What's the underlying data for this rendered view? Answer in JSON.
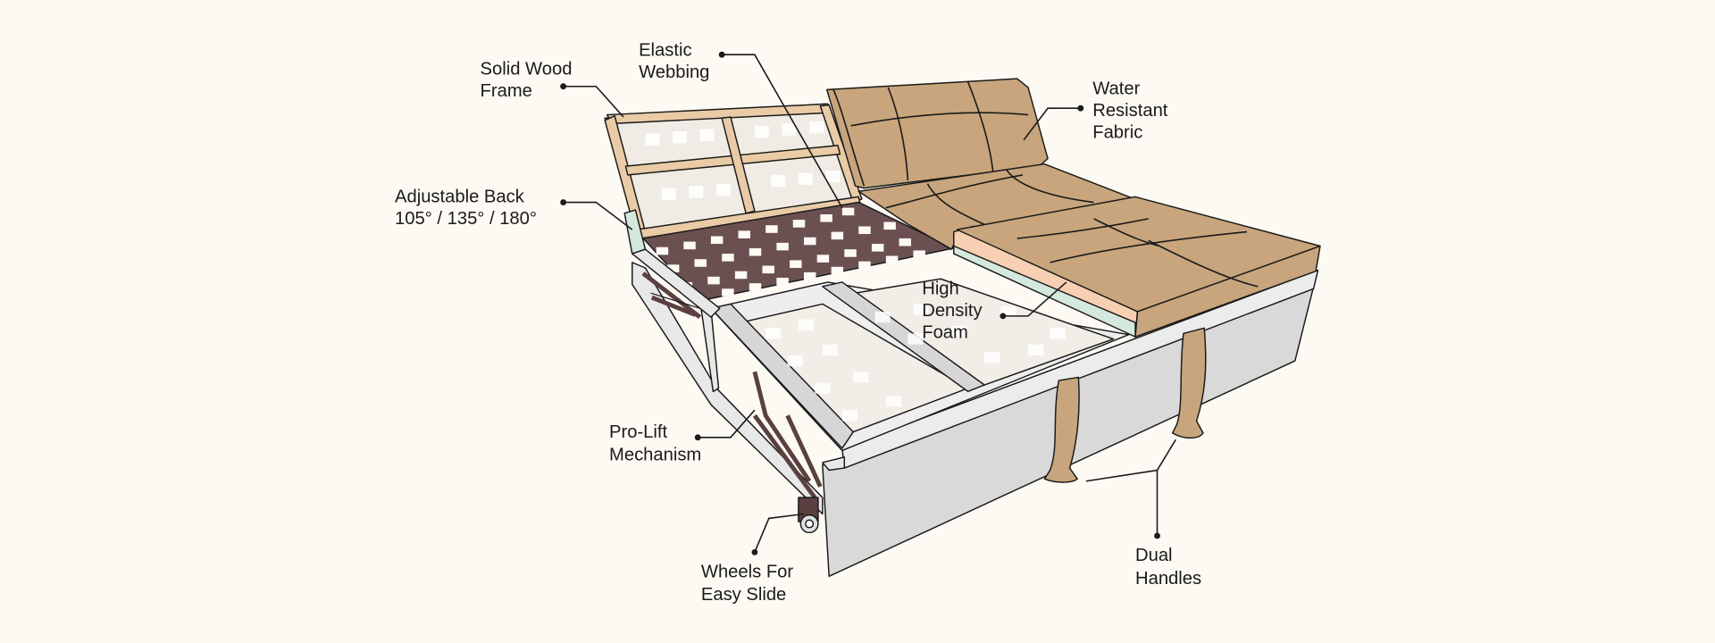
{
  "colors": {
    "background": "#fdf9f3",
    "fabric": "#c8a57c",
    "wood": "#e9cba5",
    "webbing": "#6b5052",
    "foam": "#f7cfb2",
    "foam_base": "#d5e8dd",
    "frame_grey": "#d9d9d9",
    "slat_panel": "#f0ebe4"
  },
  "callouts": {
    "solid_wood_frame": [
      "Solid Wood",
      "Frame"
    ],
    "elastic_webbing": [
      "Elastic",
      "Webbing"
    ],
    "adjustable_back": [
      "Adjustable Back",
      "105° / 135° / 180°"
    ],
    "water_resistant_fabric": [
      "Water",
      "Resistant",
      "Fabric"
    ],
    "high_density_foam": [
      "High",
      "Density",
      "Foam"
    ],
    "pro_lift_mechanism": [
      "Pro-Lift",
      "Mechanism"
    ],
    "wheels": [
      "Wheels For",
      "Easy Slide"
    ],
    "dual_handles": [
      "Dual",
      "Handles"
    ]
  }
}
